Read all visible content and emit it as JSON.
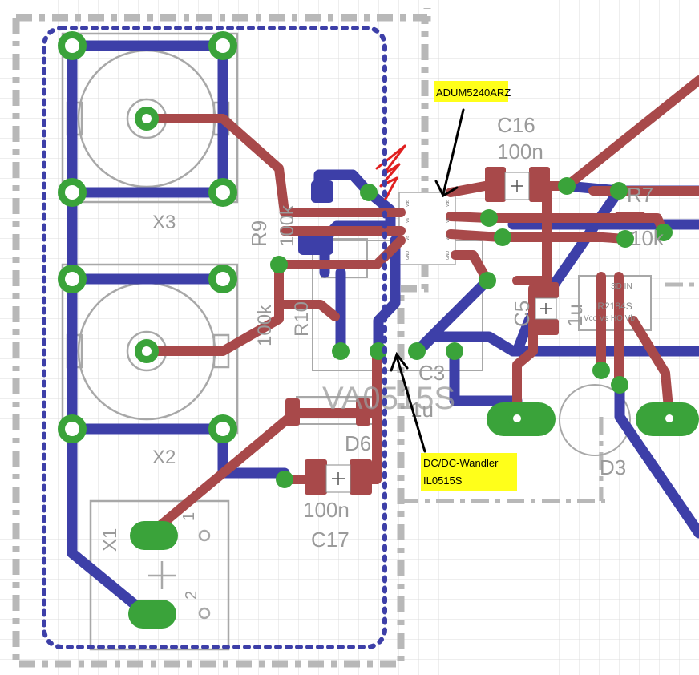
{
  "colors": {
    "background": "#ffffff",
    "grid": "#dcdcdc",
    "top_copper": "#a8494a",
    "bottom_copper": "#3d3fa8",
    "via_ring": "#3aa33a",
    "silkscreen": "#a0a0a0",
    "dimension": "#b8b8b8",
    "callout_bg": "#ffff1a",
    "marker": "#e02020",
    "arrow": "#000000"
  },
  "components": {
    "x3": {
      "name": "X3"
    },
    "x2": {
      "name": "X2"
    },
    "x1": {
      "name": "X1",
      "pin1": "1",
      "pin2": "2"
    },
    "c16": {
      "name": "C16",
      "value": "100n"
    },
    "c17": {
      "name": "C17",
      "value": "100n"
    },
    "d6": {
      "name": "D6"
    },
    "d3": {
      "name": "D3"
    },
    "r7": {
      "name": "R7",
      "value": "10k"
    },
    "c5": {
      "name": "C5",
      "value": "1u"
    },
    "c3": {
      "name": "C3",
      "value": "1u"
    },
    "ir2184": {
      "name": "IR2184S",
      "pins_top": "SD  IN",
      "pins_bottom": "Vcc Vs  HO Vb"
    },
    "r_left_a": {
      "name": "R9",
      "value": "100k"
    },
    "r_left_b": {
      "name": "R10",
      "value": "100k"
    },
    "dcdc": {
      "name": "VA0515S"
    },
    "adum": {
      "pins_left": [
        "Vdd",
        "Va",
        "Vb",
        "GND"
      ],
      "pins_right": [
        "Vdd",
        "Va",
        "Vb",
        "GND"
      ]
    }
  },
  "annotations": {
    "adum": {
      "text": "ADUM5240ARZ"
    },
    "dcdc": {
      "line1": "DC/DC-Wandler",
      "line2": "IL0515S"
    }
  }
}
